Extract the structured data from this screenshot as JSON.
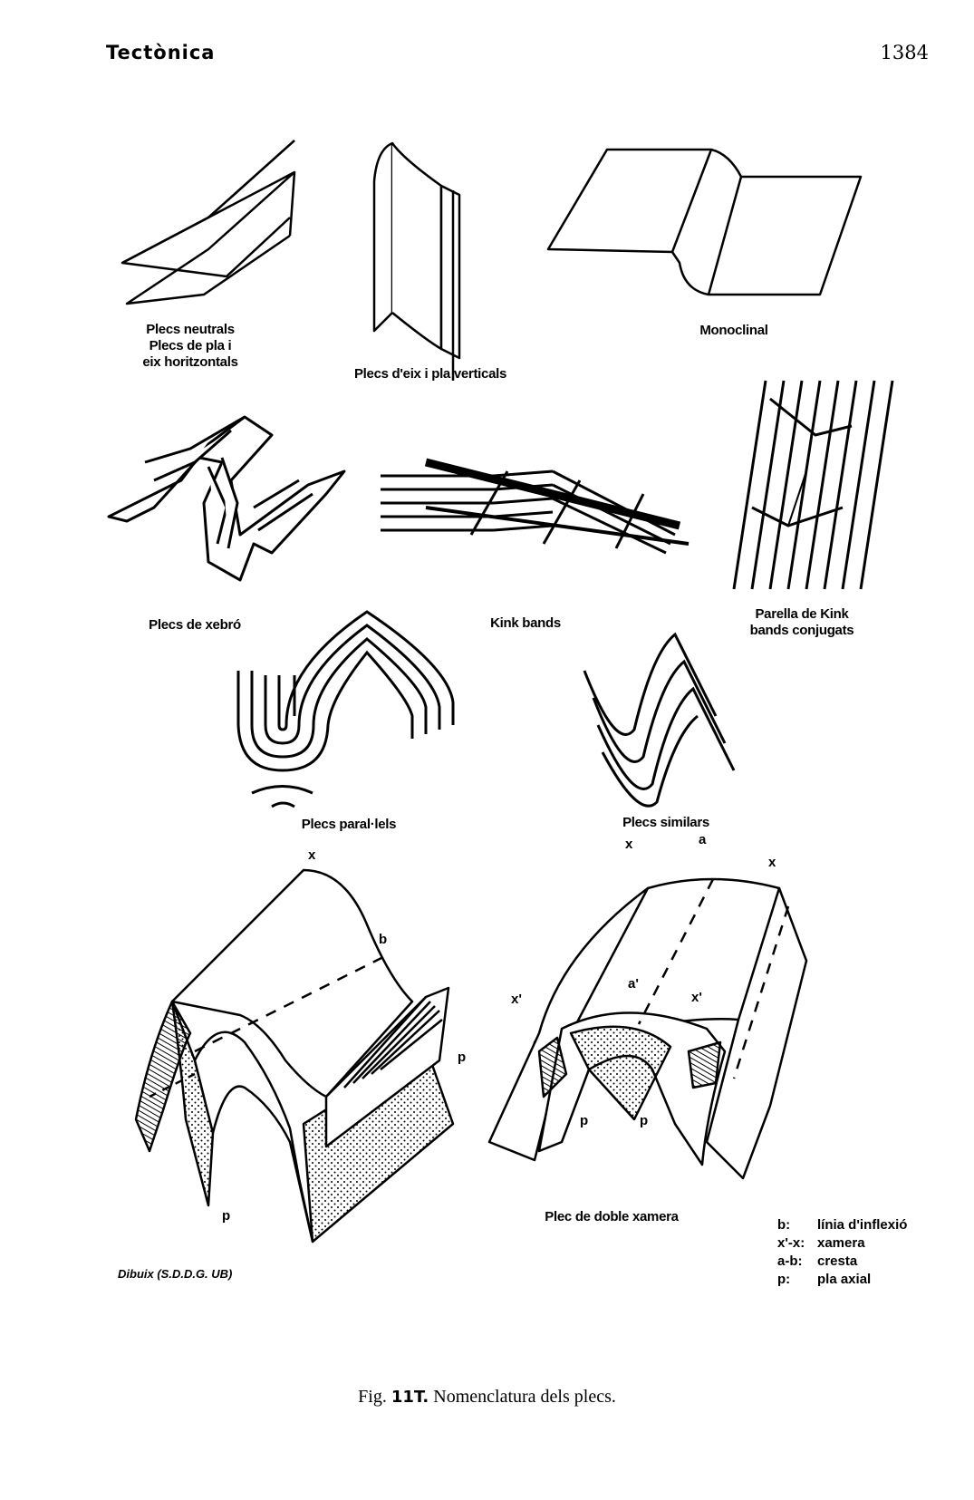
{
  "header": {
    "title": "Tectònica",
    "page_number": "1384"
  },
  "panels": {
    "neutral_folds": {
      "label_lines": [
        "Plecs neutrals",
        "Plecs de pla i",
        "eix horitzontals"
      ]
    },
    "vertical_folds": {
      "label": "Plecs d'eix i pla verticals"
    },
    "monocline": {
      "label": "Monoclinal"
    },
    "chevron_folds": {
      "label": "Plecs de xebró"
    },
    "kink_bands": {
      "label": "Kink bands"
    },
    "conjugate_kink": {
      "label_lines": [
        "Parella de Kink",
        "bands conjugats"
      ]
    },
    "parallel_folds": {
      "label": "Plecs paral·lels"
    },
    "similar_folds": {
      "label": "Plecs similars"
    },
    "double_hinge": {
      "label": "Plec de doble xamera"
    }
  },
  "point_labels": {
    "left_x": "x",
    "left_b": "b",
    "left_p1": "p",
    "left_p2": "p",
    "right_x1": "x",
    "right_a": "a",
    "right_x2": "x",
    "right_a2": "a'",
    "right_x3": "x'",
    "right_x4": "x'",
    "right_p1": "p",
    "right_p2": "p"
  },
  "credit": "Dibuix (S.D.D.G. UB)",
  "legend": [
    {
      "key": "b:",
      "value": "línia d'inflexió"
    },
    {
      "key": "x'-x:",
      "value": "xamera"
    },
    {
      "key": "a-b:",
      "value": "cresta"
    },
    {
      "key": "p:",
      "value": "pla axial"
    }
  ],
  "caption": {
    "prefix": "Fig.",
    "number": "11T.",
    "text": "Nomenclatura dels plecs."
  }
}
